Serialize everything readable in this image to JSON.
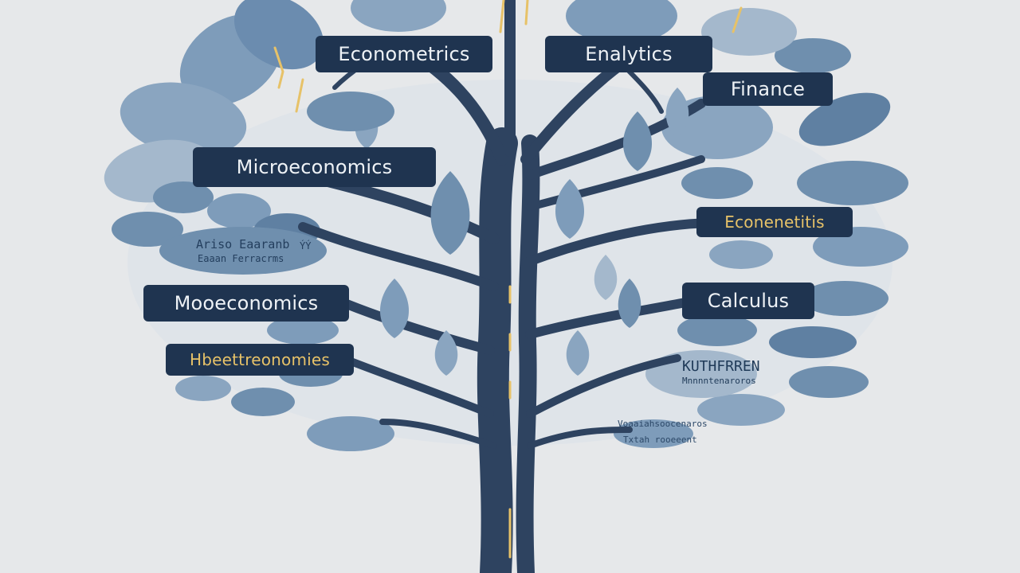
{
  "diagram": {
    "labels": {
      "econometrics_top": "Econometrics",
      "enalytics": "Enalytics",
      "finance": "Finance",
      "microeconomics": "Microeconomics",
      "econenetrics": "Econenetitis",
      "moooeconomics": "Mooeconomics",
      "calculus": "Calculus",
      "hbeettreconomics": "Hbeettreonomies"
    },
    "faint_text": {
      "left_leaf_line1": "Ariso Eaaranb",
      "left_leaf_line2": "Eaaan Ferracrms",
      "left_leaf_mark": "ÝÝ",
      "right_leaf_line1": "KUTHFRREN",
      "right_leaf_line2": "Mnnnntenaroros",
      "bottom_line1": "Voaaiahsoocenaros",
      "bottom_line2": "Txtah rooeeent"
    },
    "colors": {
      "background": "#e6e8ea",
      "trunk": "#2e4360",
      "leaf_light": "#8ea7c0",
      "leaf_mid": "#6f8fae",
      "leaf_dark": "#4f7193",
      "label_bg": "#1f3450",
      "label_text": "#eef2f6",
      "accent_gold": "#e7c268"
    }
  }
}
